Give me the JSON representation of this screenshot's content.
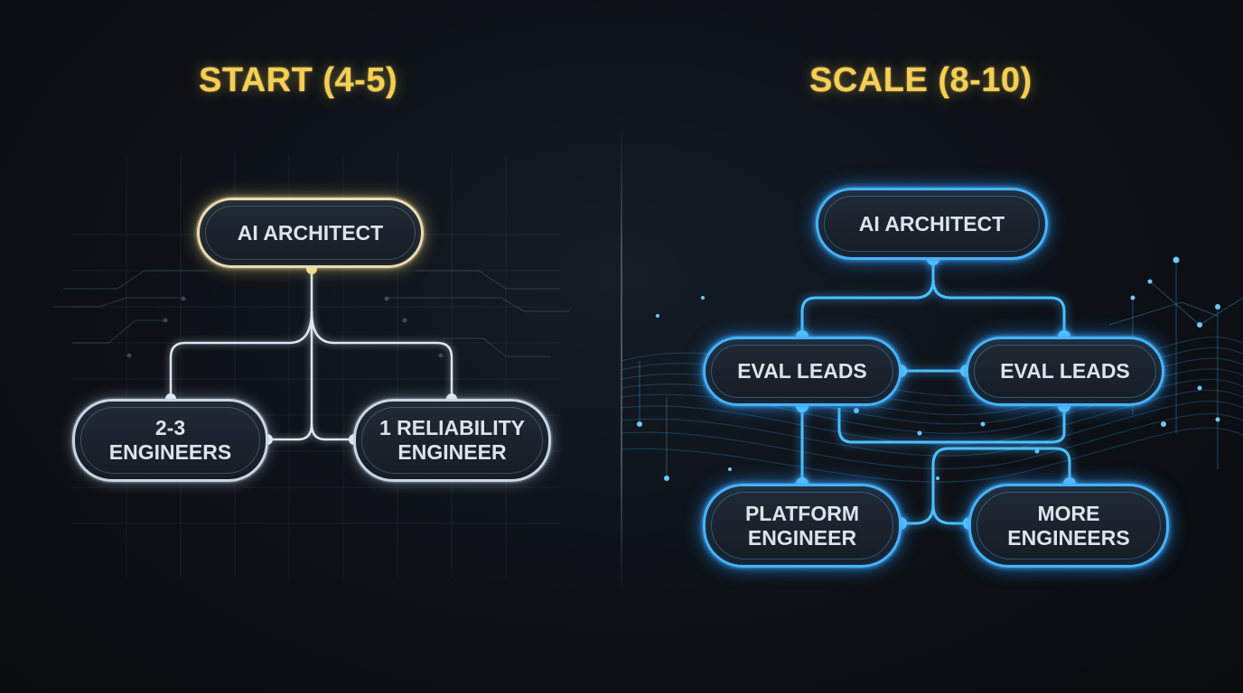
{
  "left_panel": {
    "title": "START (4-5)",
    "accent_color": "#f5cf55",
    "nodes": {
      "architect": {
        "label": "AI ARCHITECT"
      },
      "engineers": {
        "line1": "2-3",
        "line2": "ENGINEERS"
      },
      "reliability": {
        "line1": "1 RELIABILITY",
        "line2": "ENGINEER"
      }
    }
  },
  "right_panel": {
    "title": "SCALE (8-10)",
    "accent_color": "#45b4ff",
    "nodes": {
      "architect": {
        "label": "AI ARCHITECT"
      },
      "eval_leads_left": {
        "label": "EVAL LEADS"
      },
      "eval_leads_right": {
        "label": "EVAL LEADS"
      },
      "platform": {
        "line1": "PLATFORM",
        "line2": "ENGINEER"
      },
      "more": {
        "line1": "MORE",
        "line2": "ENGINEERS"
      }
    }
  }
}
